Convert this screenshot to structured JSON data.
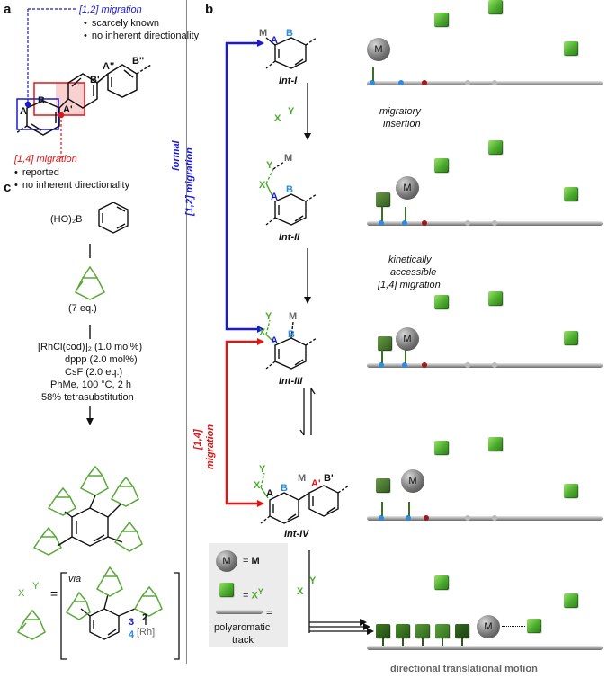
{
  "panels": {
    "a": "a",
    "b": "b",
    "c": "c"
  },
  "panel_a": {
    "migration12": {
      "title": "[1,2] migration",
      "bullets": [
        "scarcely known",
        "no inherent directionality"
      ]
    },
    "migration14": {
      "title": "[1,4] migration",
      "bullets": [
        "reported",
        "no inherent directionality"
      ]
    },
    "atoms": {
      "A": "A",
      "B": "B",
      "A1": "A'",
      "B1": "B'",
      "A2": "A''",
      "B2": "B''"
    }
  },
  "panel_b": {
    "intermediates": [
      "Int-I",
      "Int-II",
      "Int-III",
      "Int-IV"
    ],
    "steps": {
      "step1": [
        "migratory",
        "insertion"
      ],
      "step2": [
        "kinetically",
        "accessible",
        "[1,4] migration"
      ]
    },
    "side_labels": {
      "formal": [
        "formal",
        "[1,2] migration"
      ],
      "m14": [
        "[1,4]",
        "migration"
      ]
    },
    "atoms": {
      "M": "M",
      "A": "A",
      "B": "B",
      "X": "X",
      "Y": "Y",
      "A1": "A'",
      "B1": "B'"
    },
    "legend": {
      "ball_label": "M",
      "equals": "=",
      "track_label": [
        "polyaromatic",
        "track"
      ]
    },
    "caption": "directional translational motion"
  },
  "panel_c": {
    "boronic": "(HO)₂B",
    "norbornene_eq": "(7 eq.)",
    "conditions": [
      "[RhCl(cod)]₂ (1.0 mol%)",
      "dppp (2.0 mol%)",
      "CsF (2.0 eq.)",
      "PhMe, 100 °C, 2 h",
      "58% tetrasubstitution"
    ],
    "via": "via",
    "equals": "=",
    "numbers": {
      "n2": "2",
      "n3": "3",
      "n4": "4"
    },
    "rh": "[Rh]"
  },
  "colors": {
    "blue": "#1a1ad6",
    "red": "#e01515",
    "green": "#4aaa2c",
    "atom_blue": "#2b8ce6",
    "grey": "#666666"
  }
}
